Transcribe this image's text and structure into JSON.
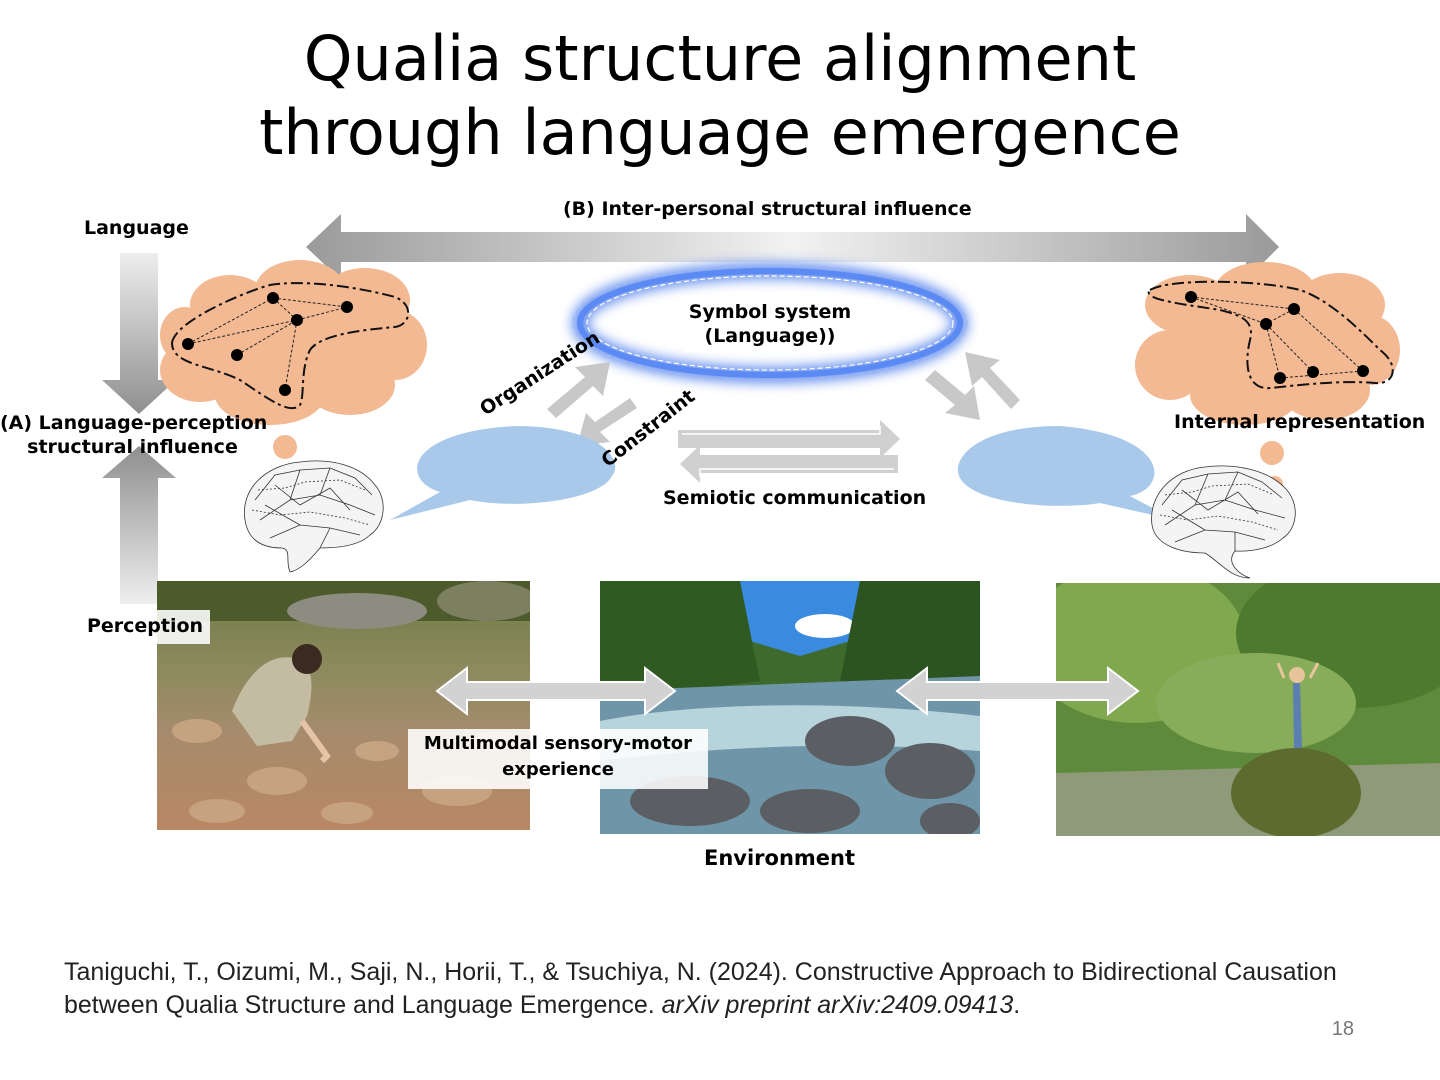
{
  "title": {
    "line1": "Qualia structure alignment",
    "line2": "through language emergence"
  },
  "labels": {
    "language": "Language",
    "perception": "Perception",
    "a_line1": "(A) Language-perception",
    "a_line2": "structural influence",
    "b": "(B) Inter-personal structural influence",
    "symbol_line1": "Symbol system",
    "symbol_line2": "(Language))",
    "organization": "Organization",
    "constraint": "Constraint",
    "semiotic": "Semiotic communication",
    "internal": "Internal representation",
    "multimodal_line1": "Multimodal sensory-motor",
    "multimodal_line2": "experience",
    "environment": "Environment"
  },
  "citation": {
    "text": "Taniguchi, T., Oizumi, M., Saji, N., Horii, T., & Tsuchiya, N. (2024). Constructive Approach to Bidirectional Causation between Qualia Structure and Language Emergence. ",
    "journal": "arXiv preprint arXiv:2409.09413",
    "end": "."
  },
  "page_number": "18",
  "colors": {
    "thought_cloud": "#f3b992",
    "speech_bubble": "#a9c9ea",
    "symbol_glow": "#3a6fe8",
    "arrow_gray": "#b8b8b8"
  }
}
